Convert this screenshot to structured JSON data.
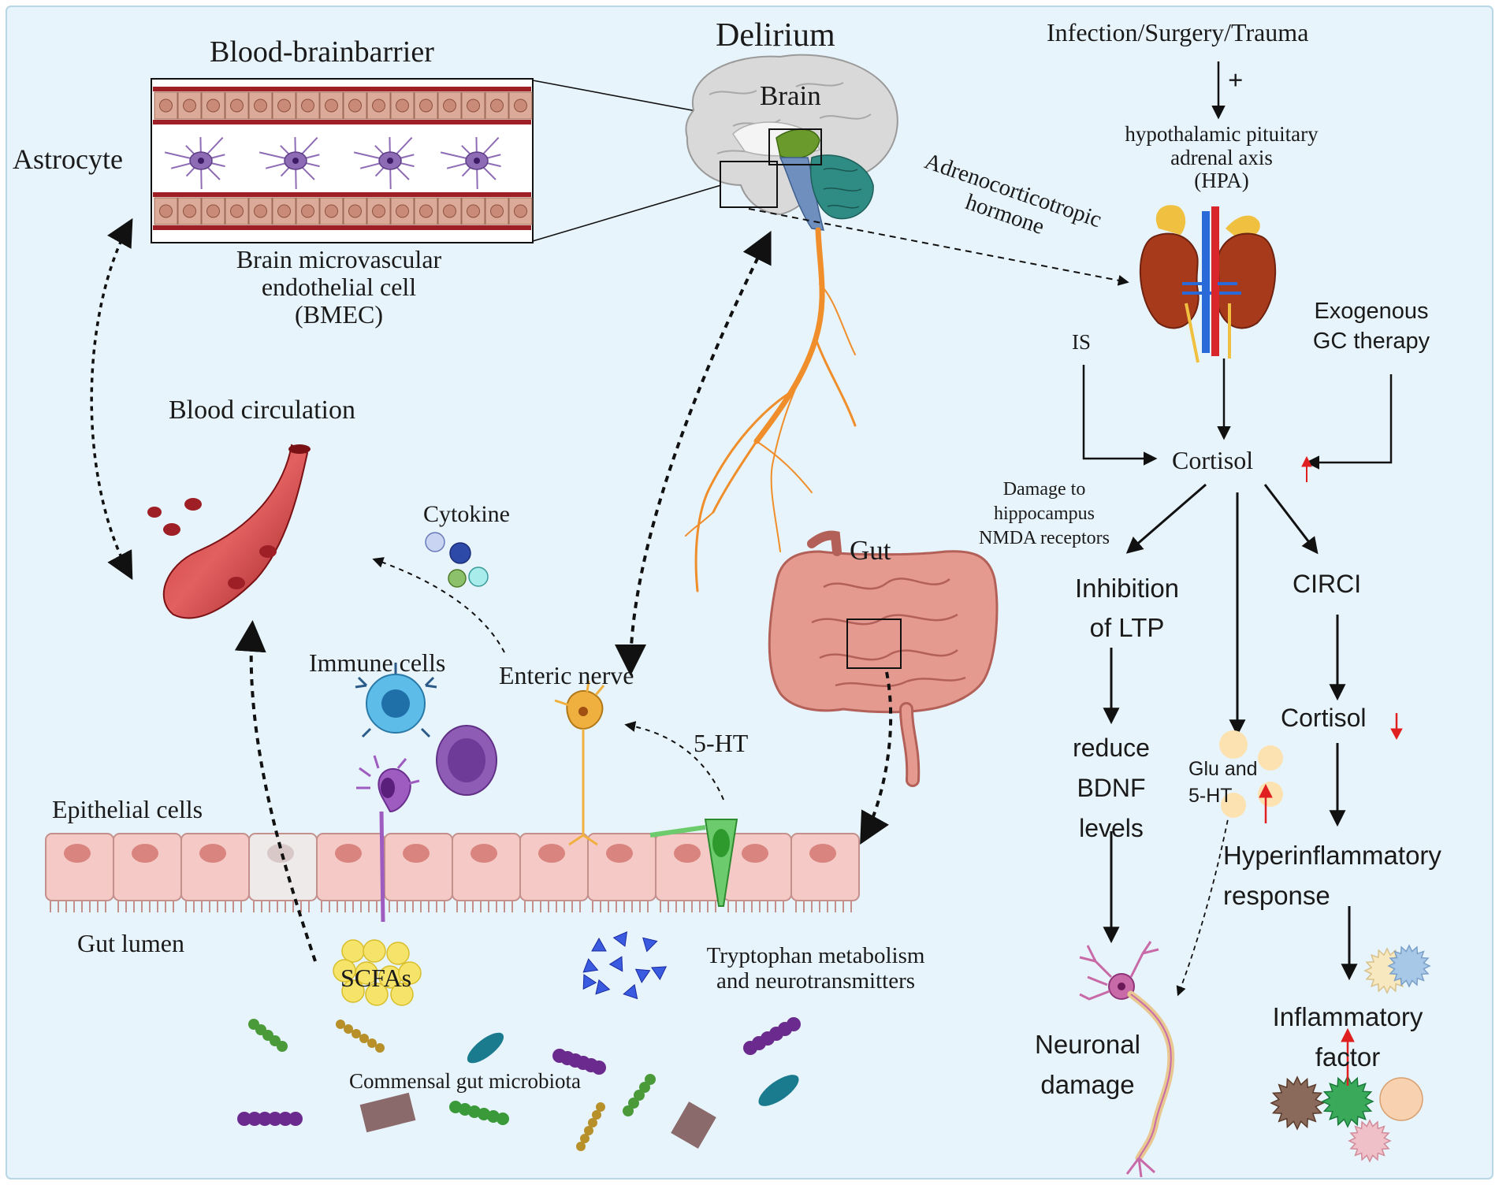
{
  "colors": {
    "background": "#e8f4fb",
    "vessel_red": "#b0262b",
    "endothelial": "#d9a28f",
    "astrocyte": "#8e6cb5",
    "nerve": "#ef8e2a",
    "gut": "#e59a90",
    "epithelial": "#f4c9c6",
    "arrow": "#111111",
    "up_down_arrow": "#e02020"
  },
  "labels": {
    "delirium": "Delirium",
    "bbb_title": "Blood-brainbarrier",
    "astrocyte": "Astrocyte",
    "bmec_line1": "Brain microvascular",
    "bmec_line2": "endothelial cell",
    "bmec_line3": "(BMEC)",
    "brain": "Brain",
    "infection": "Infection/Surgery/Trauma",
    "plus": "+",
    "hpa_line1": "hypothalamic pituitary",
    "hpa_line2": "adrenal axis",
    "hpa_line3": "(HPA)",
    "acth_line1": "Adrenocorticotropic",
    "acth_line2": "hormone",
    "is": "IS",
    "exogenous_line1": "Exogenous",
    "exogenous_line2": "GC therapy",
    "cortisol": "Cortisol",
    "damage_line1": "Damage to",
    "damage_line2": "hippocampus",
    "damage_line3": "NMDA receptors",
    "inhibition_line1": "Inhibition",
    "inhibition_line2": "of LTP",
    "circi": "CIRCI",
    "cortisol_low": "Cortisol",
    "reduce_line1": "reduce",
    "reduce_line2": "BDNF",
    "reduce_line3": "levels",
    "glu_line1": "Glu and",
    "glu_line2": "5-HT",
    "hyper_line1": "Hyperinflammatory",
    "hyper_line2": "response",
    "neuronal_line1": "Neuronal",
    "neuronal_line2": "damage",
    "inflam_line1": "Inflammatory",
    "inflam_line2": "factor",
    "blood_circulation": "Blood circulation",
    "cytokine": "Cytokine",
    "gut": "Gut",
    "immune_cells": "Immune cells",
    "enteric_nerve": "Enteric nerve",
    "five_ht": "5-HT",
    "epithelial_cells": "Epithelial cells",
    "gut_lumen": "Gut lumen",
    "scfas": "SCFAs",
    "tryptophan_line1": "Tryptophan metabolism",
    "tryptophan_line2": "and neurotransmitters",
    "microbiota": "Commensal gut microbiota"
  }
}
